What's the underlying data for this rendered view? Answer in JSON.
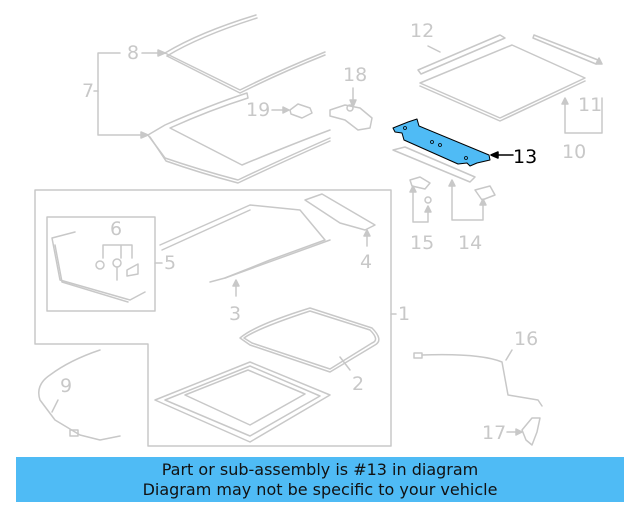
{
  "diagram": {
    "highlight_color": "#4fbbf5",
    "line_color": "#c8c8c8",
    "highlighted_part": "13",
    "callouts": [
      {
        "id": "1",
        "label": "1"
      },
      {
        "id": "2",
        "label": "2"
      },
      {
        "id": "3",
        "label": "3"
      },
      {
        "id": "4",
        "label": "4"
      },
      {
        "id": "5",
        "label": "5"
      },
      {
        "id": "6",
        "label": "6"
      },
      {
        "id": "7",
        "label": "7"
      },
      {
        "id": "8",
        "label": "8"
      },
      {
        "id": "9",
        "label": "9"
      },
      {
        "id": "10",
        "label": "10"
      },
      {
        "id": "11",
        "label": "11"
      },
      {
        "id": "12",
        "label": "12"
      },
      {
        "id": "13",
        "label": "13"
      },
      {
        "id": "14",
        "label": "14"
      },
      {
        "id": "15",
        "label": "15"
      },
      {
        "id": "16",
        "label": "16"
      },
      {
        "id": "17",
        "label": "17"
      },
      {
        "id": "18",
        "label": "18"
      },
      {
        "id": "19",
        "label": "19"
      }
    ]
  },
  "banner": {
    "line1": "Part or sub-assembly is #13 in diagram",
    "line2": "Diagram may not be specific to your vehicle",
    "background": "#4fbbf5"
  }
}
